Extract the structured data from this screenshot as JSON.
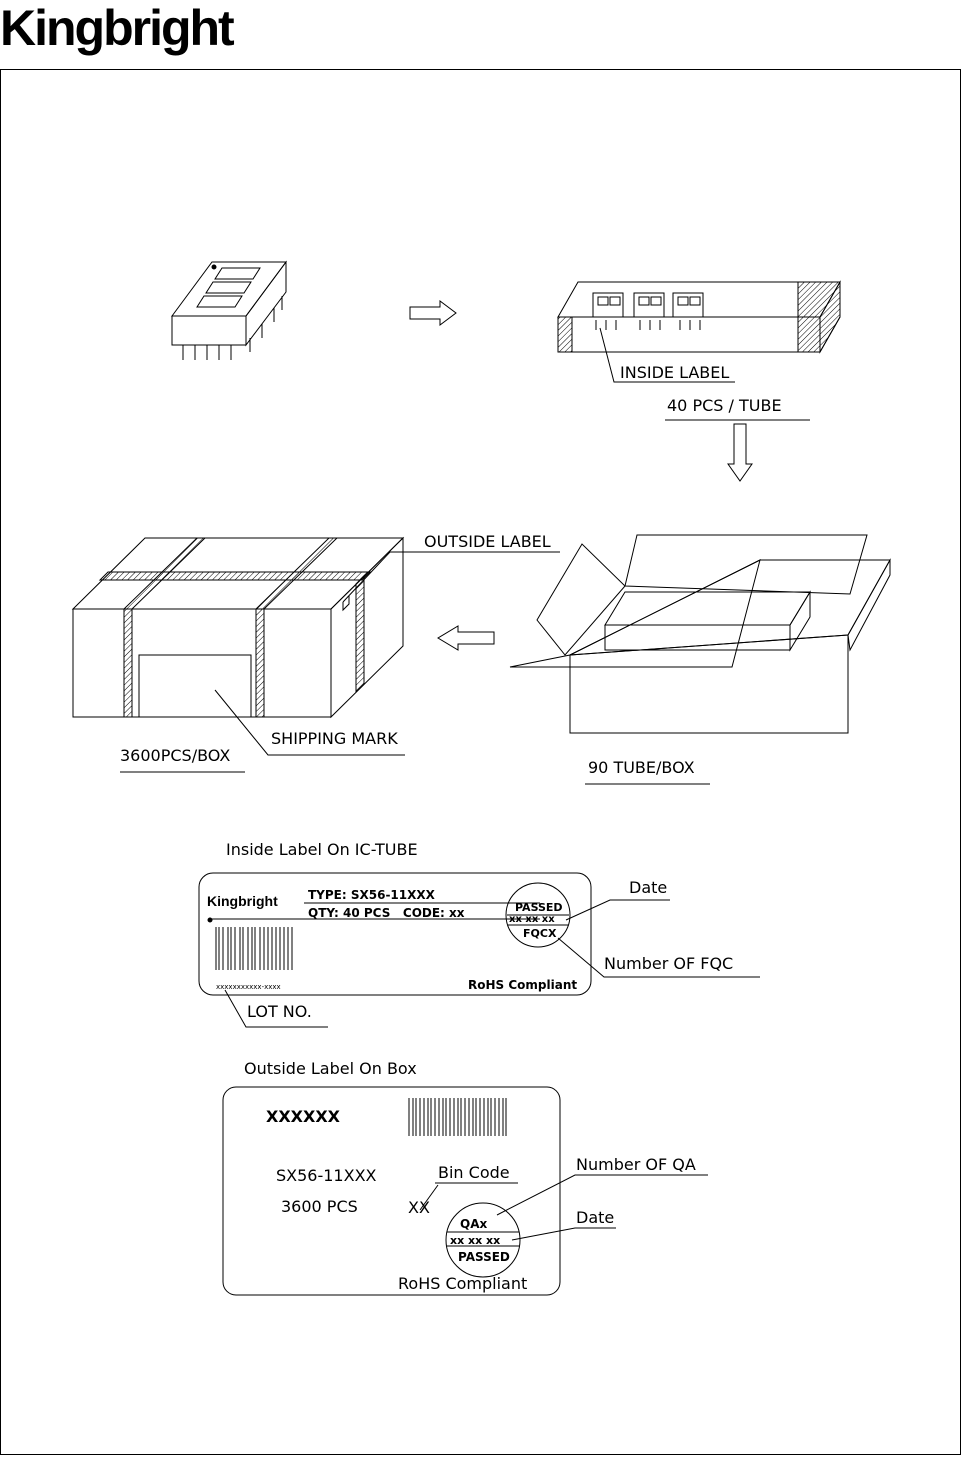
{
  "brand": {
    "logo_text": "Kingbright"
  },
  "packing": {
    "inside_label_callout": "INSIDE LABEL",
    "tube_qty": "40 PCS / TUBE",
    "outside_label_callout": "OUTSIDE LABEL",
    "shipping_mark": "SHIPPING MARK",
    "box_qty": "3600PCS/BOX",
    "tube_box": "90 TUBE/BOX"
  },
  "inside_label": {
    "title": "Inside Label On IC-TUBE",
    "brand": "Kingbright",
    "type_line": "TYPE: SX56-11XXX",
    "qty_line": "QTY: 40 PCS   CODE: xx",
    "passed": "PASSED",
    "date_code": "xx xx xx",
    "fqc_code": "FQCX",
    "lot_code": "xxxxxxxxxxx-xxxx",
    "rohs": "RoHS Compliant",
    "callout_date": "Date",
    "callout_fqc": "Number OF FQC",
    "callout_lot": "LOT NO."
  },
  "outside_label": {
    "title": "Outside Label On Box",
    "code": "XXXXXX",
    "part": "SX56-11XXX",
    "qty": "3600 PCS",
    "bin_value": "XX",
    "bin_callout": "Bin Code",
    "qa_code": "QAx",
    "date_code": "xx xx xx",
    "passed": "PASSED",
    "rohs": "RoHS Compliant",
    "callout_qa": "Number OF QA",
    "callout_date": "Date"
  }
}
